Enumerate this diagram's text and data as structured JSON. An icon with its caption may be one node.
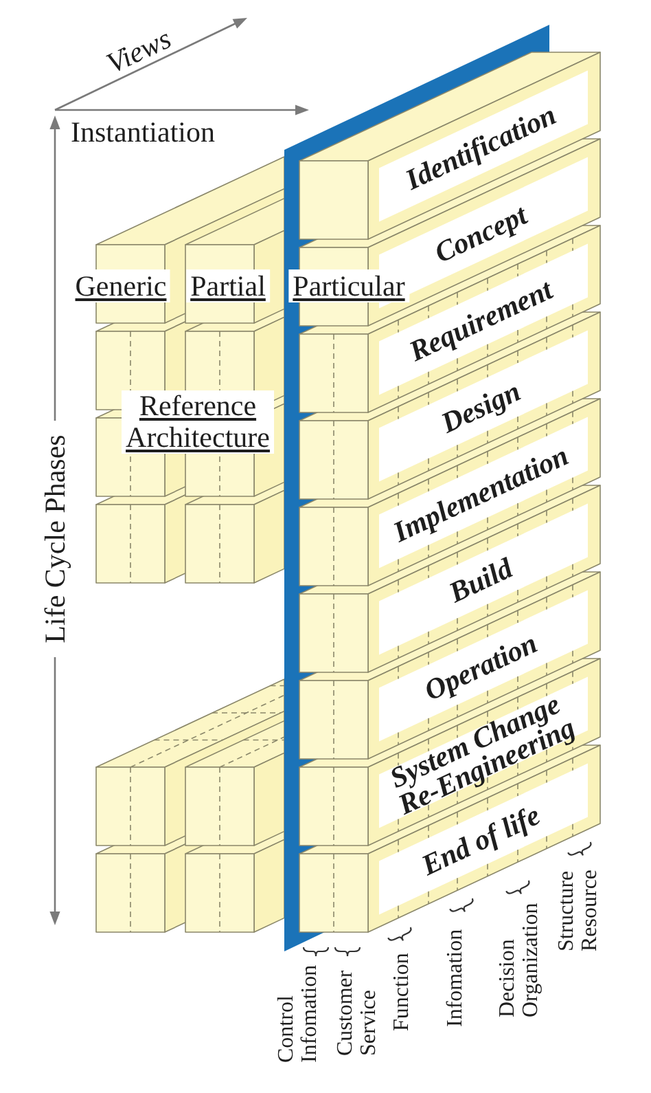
{
  "diagram": {
    "nodes": [
      {
        "text": [
          "Identification"
        ]
      },
      {
        "text": [
          "Concept"
        ]
      },
      {
        "text": [
          "Requirement"
        ]
      },
      {
        "text": [
          "Design"
        ]
      },
      {
        "text": [
          "Implementation"
        ]
      },
      {
        "text": [
          "Build"
        ]
      },
      {
        "text": [
          "Operation"
        ]
      },
      {
        "text": [
          "System Change Re-Engineering"
        ]
      },
      {
        "text": [
          "End of life"
        ]
      }
    ],
    "labels": [
      "Views",
      "Instantiation",
      "Life Cycle Phases",
      "Generic",
      "Partial",
      "Particular",
      "Reference Architecture",
      "Control Infomation",
      "Customer Service",
      "Function",
      "Infomation",
      "Decision Organization",
      "Structure Resource"
    ]
  }
}
